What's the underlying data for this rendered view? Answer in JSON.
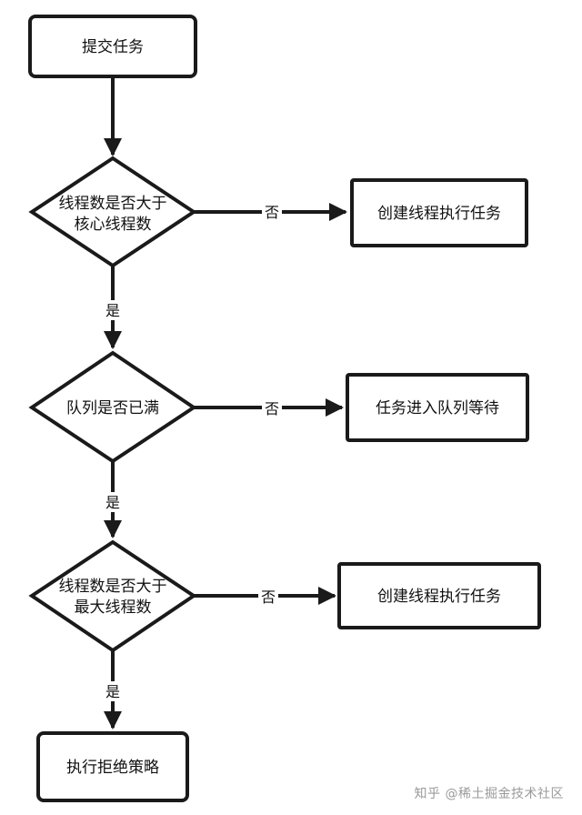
{
  "nodes": {
    "submit": "提交任务",
    "check_core_line1": "线程数是否大于",
    "check_core_line2": "核心线程数",
    "create_core": "创建线程执行任务",
    "queue_full": "队列是否已满",
    "enqueue": "任务进入队列等待",
    "check_max_line1": "线程数是否大于",
    "check_max_line2": "最大线程数",
    "create_max": "创建线程执行任务",
    "reject": "执行拒绝策略"
  },
  "edges": {
    "yes": "是",
    "no": "否"
  },
  "watermark": "知乎 @稀土掘金技术社区"
}
